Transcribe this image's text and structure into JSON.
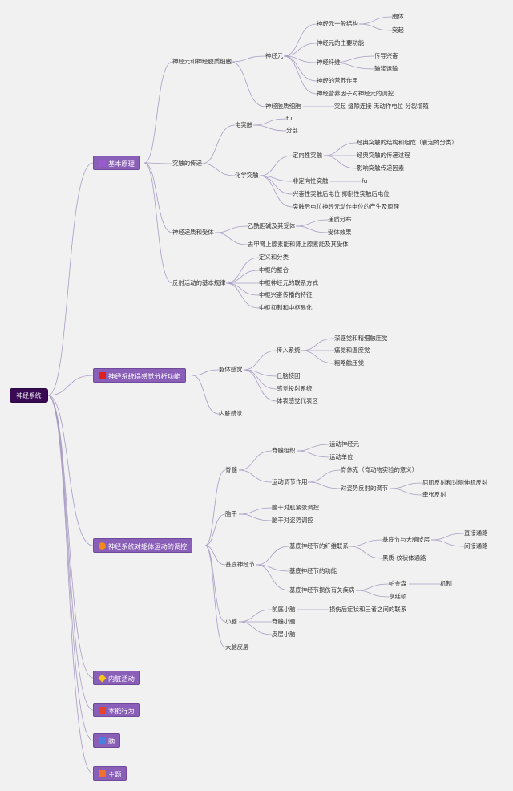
{
  "root": "神经系统",
  "branches": {
    "b1": {
      "label": "基本原理",
      "icon": "puzzle-icon",
      "icon_color": "#9b59d0"
    },
    "b2": {
      "label": "神经系统得感觉分析功能",
      "icon": "red-square-icon",
      "icon_color": "#e02020"
    },
    "b3": {
      "label": "神经系统对躯体运动的调控",
      "icon": "gear-icon",
      "icon_color": "#f08a1c"
    },
    "b4": {
      "label": "内脏活动",
      "icon": "gem-icon",
      "icon_color": "#f5c518"
    },
    "b5": {
      "label": "本能行为",
      "icon": "crown-icon",
      "icon_color": "#e8432c"
    },
    "b6": {
      "label": "脑",
      "icon": "blue-icon",
      "icon_color": "#4a7ee0"
    },
    "b7": {
      "label": "主题",
      "icon": "star-icon",
      "icon_color": "#f07030"
    }
  },
  "nodes": {
    "n1": "神经元和神经胶质细胞",
    "n1a": "神经元",
    "n1a1": "神经元一般结构",
    "n1a1a": "胞体",
    "n1a1b": "突起",
    "n1a2": "神经元的主要功能",
    "n1a3": "神经纤维",
    "n1a3a": "传导兴奋",
    "n1a3b": "轴浆运输",
    "n1a4": "神经的营养作用",
    "n1a5": "神经营养因子对神经元的调控",
    "n1b": "神经胶质细胞",
    "n1b1": "突起 缝隙连接 无动作电位 分裂增殖",
    "n2": "突触的传递",
    "n2a": "电突触",
    "n2a1": "fu",
    "n2a2": "分部",
    "n2b": "化学突触",
    "n2b1": "定向性突触",
    "n2b1a": "经典突触的结构和组成（囊泡的分类）",
    "n2b1b": "经典突触的传递过程",
    "n2b1c": "影响突触传递因素",
    "n2b2": "非定向性突触",
    "n2b2a": "fu",
    "n2b3": "兴奋性突触后电位 抑制性突触后电位",
    "n2b4": "突触后电位神经元动作电位的产生及原理",
    "n3": "神经递质和受体",
    "n3a": "乙酰胆碱及其受体",
    "n3a1": "递质分布",
    "n3a2": "受体效果",
    "n3b": "去甲肾上腺素能和肾上腺素能及其受体",
    "n4": "反射活动的基本规律",
    "n4a": "定义和分类",
    "n4b": "中枢的整合",
    "n4c": "中枢神经元的联系方式",
    "n4d": "中枢兴奋传播的特征",
    "n4e": "中枢抑制和中枢易化",
    "s1": "躯体感觉",
    "s1a": "传入系统",
    "s1a1": "深感觉和精细触压觉",
    "s1a2": "痛觉和温度觉",
    "s1a3": "粗略触压觉",
    "s1b": "丘脑核团",
    "s1c": "感觉投射系统",
    "s1d": "体表感觉代表区",
    "s2": "内脏感觉",
    "m1": "脊髓",
    "m1a": "脊髓组织",
    "m1a1": "运动神经元",
    "m1a2": "运动单位",
    "m1b": "运动调节作用",
    "m1b1": "脊休克（脊动物实验的意义）",
    "m1b2": "对姿势反射的调节",
    "m1b2a": "屈肌反射和对侧伸肌反射",
    "m1b2b": "牵张反射",
    "m2": "脑干",
    "m2a": "脑干对肌紧张调控",
    "m2b": "脑干对姿势调控",
    "m3": "基底神经节",
    "m3a": "基底神经节的纤维联系",
    "m3a1": "基底节与大脑皮层",
    "m3a1a": "直接通路",
    "m3a1b": "间接通路",
    "m3a2": "黑质-纹状体通路",
    "m3b": "基底神经节的功能",
    "m3c": "基底神经节损伤有关疾病",
    "m3c1": "帕金森",
    "m3c1a": "机制",
    "m3c2": "亨廷顿",
    "m4": "小脑",
    "m4a": "前庭小脑",
    "m4a1": "损伤后症状和三者之间的联系",
    "m4b": "脊髓小脑",
    "m4c": "皮层小脑",
    "m5": "大脑皮层"
  }
}
